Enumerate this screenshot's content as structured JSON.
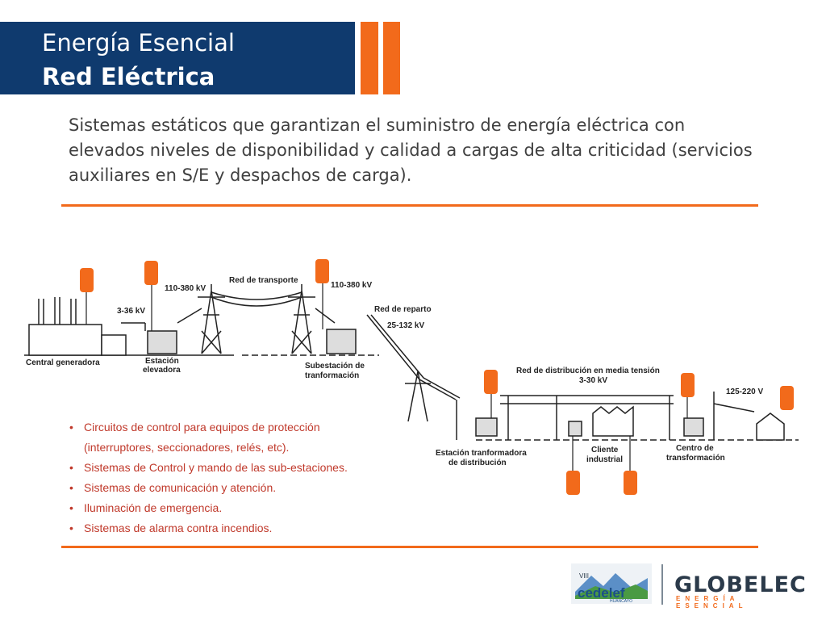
{
  "header": {
    "title_line1": "Energía Esencial",
    "title_line2": "Red Eléctrica"
  },
  "intro_text": "Sistemas estáticos que garantizan el suministro de energía eléctrica con elevados niveles de disponibilidad y calidad a cargas de alta criticidad (servicios auxiliares en S/E y despachos de carga).",
  "diagram": {
    "labels": {
      "central": "Central generadora",
      "v_3_36": "3-36 kV",
      "estacion_elevadora_1": "Estación",
      "estacion_elevadora_2": "elevadora",
      "v_110_380_a": "110-380 kV",
      "red_transporte": "Red de transporte",
      "v_110_380_b": "110-380 kV",
      "subestacion_1": "Subestación de",
      "subestacion_2": "tranformación",
      "red_reparto": "Red de reparto",
      "v_25_132": "25-132 kV",
      "red_distribucion": "Red de distribución en media tensión",
      "v_3_30": "3-30 kV",
      "v_125_220": "125-220 V",
      "estacion_dist_1": "Estación tranformadora",
      "estacion_dist_2": "de distribución",
      "cliente_1": "Cliente",
      "cliente_2": "industrial",
      "centro_1": "Centro de",
      "centro_2": "transformación"
    }
  },
  "bullets": [
    "Circuitos de control para equipos de protección",
    "(interruptores, seccionadores, relés, etc).",
    "Sistemas de Control y mando de las sub-estaciones.",
    "Sistemas de comunicación y atención.",
    "Iluminación de emergencia.",
    "Sistemas de alarma contra incendios."
  ],
  "logos": {
    "cedelef_text": "cedelef",
    "cedelef_small": "VIII",
    "cedelef_city": "HUANCAYO",
    "globelec_name": "GLOBELEC",
    "globelec_tagline": "ENERGÍA ESENCIAL"
  },
  "colors": {
    "navy": "#0f3a6e",
    "orange": "#f26a1b",
    "bullet_red": "#c0392b"
  }
}
